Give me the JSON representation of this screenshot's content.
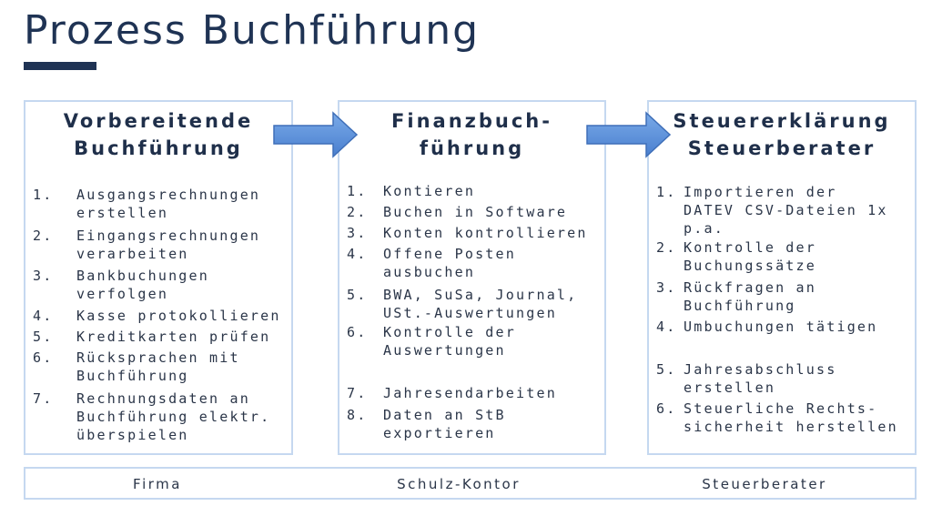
{
  "title": "Prozess Buchführung",
  "columns": [
    {
      "title_lines": [
        "Vorbereitende",
        "Buchführung"
      ],
      "items": [
        {
          "num": "1.",
          "text": "Ausgangsrechnungen\nerstellen"
        },
        {
          "num": "2.",
          "text": "Eingangsrechnungen\nverarbeiten"
        },
        {
          "num": "3.",
          "text": "Bankbuchungen\nverfolgen"
        },
        {
          "num": "4.",
          "text": "Kasse protokollieren"
        },
        {
          "num": "5.",
          "text": "Kreditkarten prüfen"
        },
        {
          "num": "6.",
          "text": "Rücksprachen mit\nBuchführung"
        },
        {
          "num": "7.",
          "text": "Rechnungsdaten an\nBuchführung elektr.\nüberspielen"
        }
      ]
    },
    {
      "title_lines": [
        "Finanzbuch-",
        "führung"
      ],
      "items": [
        {
          "num": "1.",
          "text": "Kontieren"
        },
        {
          "num": "2.",
          "text": "Buchen in Software"
        },
        {
          "num": "3.",
          "text": "Konten kontrollieren"
        },
        {
          "num": "4.",
          "text": "Offene Posten\nausbuchen"
        },
        {
          "num": "5.",
          "text": "BWA, SuSa, Journal,\nUSt.-Auswertungen"
        },
        {
          "num": "6.",
          "text": "Kontrolle der\nAuswertungen"
        },
        {
          "num": "7.",
          "text": "Jahresendarbeiten"
        },
        {
          "num": "8.",
          "text": "Daten an StB\nexportieren"
        }
      ]
    },
    {
      "title_lines": [
        "Steuererklärung",
        "Steuerberater"
      ],
      "items": [
        {
          "num": "1.",
          "text": "Importieren der\nDATEV CSV-Dateien 1x\np.a."
        },
        {
          "num": "2.",
          "text": "Kontrolle der\nBuchungssätze"
        },
        {
          "num": "3.",
          "text": "Rückfragen an\nBuchführung"
        },
        {
          "num": "4.",
          "text": "Umbuchungen tätigen"
        },
        {
          "num": "5.",
          "text": "Jahresabschluss\nerstellen"
        },
        {
          "num": "6.",
          "text": "Steuerliche Rechts-\nsicherheit herstellen"
        }
      ]
    }
  ],
  "footer": [
    "Firma",
    "Schulz-Kontor",
    "Steuerberater"
  ],
  "colors": {
    "title": "#1f3354",
    "box_border": "#c5d8f0",
    "arrow_fill": "#5b8fd6",
    "arrow_edge": "#3f6fb8"
  }
}
